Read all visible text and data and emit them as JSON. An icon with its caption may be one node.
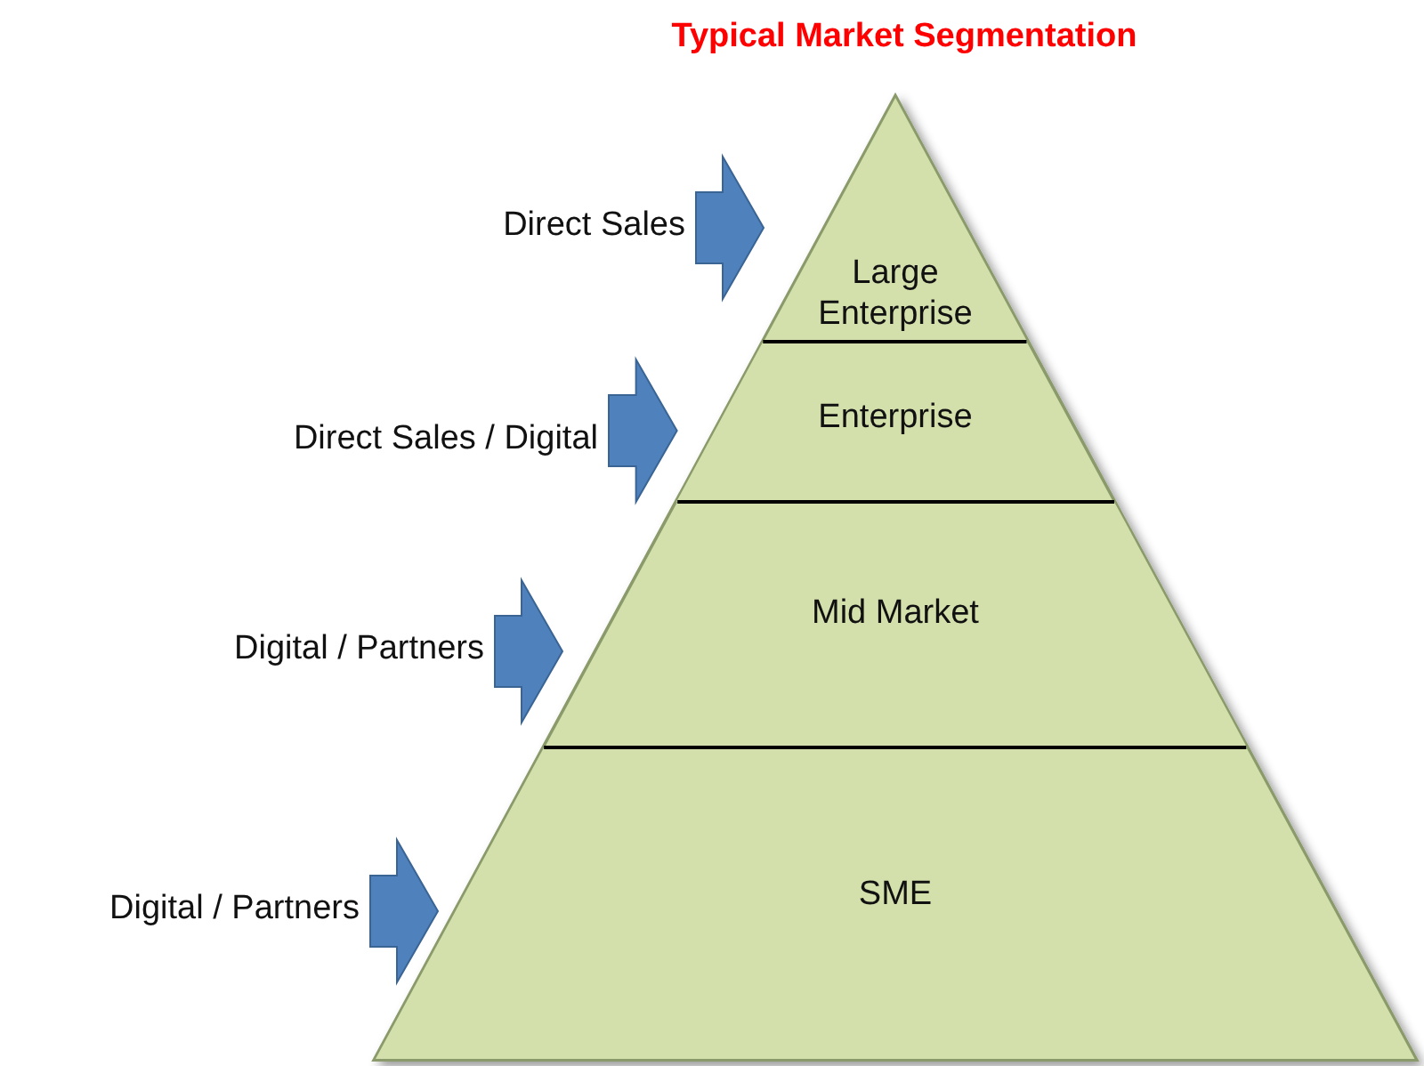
{
  "diagram": {
    "title": "Typical Market Segmentation",
    "nodes": [
      {
        "text": [
          "Large Enterprise"
        ]
      },
      {
        "text": [
          "Enterprise"
        ]
      },
      {
        "text": [
          "Mid Market"
        ]
      },
      {
        "text": [
          "SME"
        ]
      },
      {
        "text": [
          "Direct Sales"
        ]
      },
      {
        "text": [
          "Direct Sales / Digital"
        ]
      },
      {
        "text": [
          "Digital / Partners"
        ]
      },
      {
        "text": [
          "Digital / Partners"
        ]
      }
    ],
    "edges": [
      {
        "from": 4,
        "to": 0,
        "arrow": "to"
      },
      {
        "from": 5,
        "to": 1,
        "arrow": "to"
      },
      {
        "from": 6,
        "to": 2,
        "arrow": "to"
      },
      {
        "from": 7,
        "to": 3,
        "arrow": "to"
      }
    ]
  }
}
